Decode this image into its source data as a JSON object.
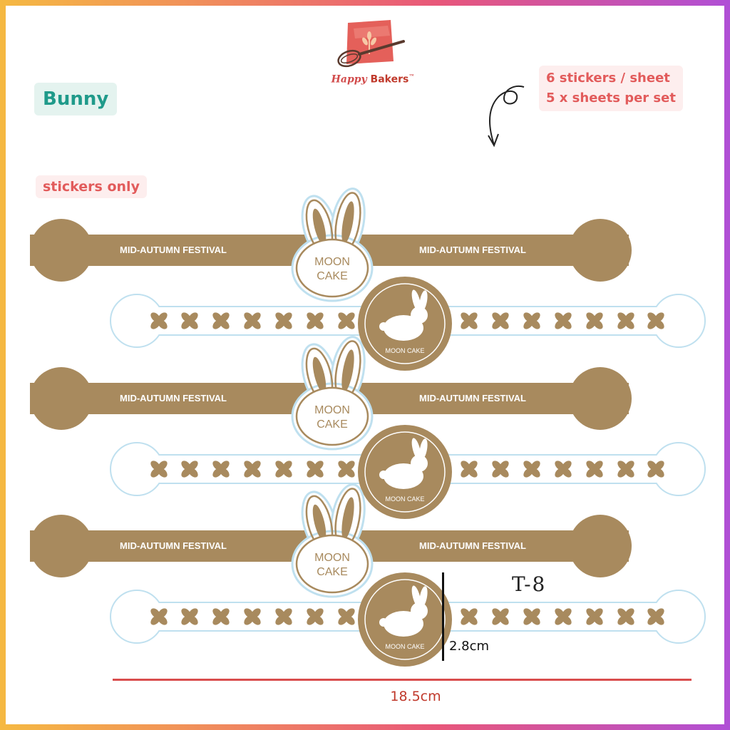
{
  "brand": {
    "part1": "Happy",
    "part2": "Bakers",
    "tm": "™"
  },
  "labels": {
    "variant": "Bunny",
    "scope": "stickers only",
    "spec_line1": "6 stickers / sheet",
    "spec_line2": "5 x sheets per set"
  },
  "sticker": {
    "band_text": "MID-AUTUMN FESTIVAL",
    "bunny_line1": "MOON",
    "bunny_line2": "CAKE",
    "circle_text": "MOON CAKE",
    "model": "T-8"
  },
  "dimensions": {
    "height": "2.8cm",
    "width": "18.5cm"
  },
  "colors": {
    "gold": "#a88a5e",
    "outline": "#bfe0ef",
    "accent_red": "#e25b5b",
    "teal": "#1f9a8a",
    "logo_red": "#e4605a"
  },
  "icons": [
    "whisk-icon",
    "wheat-icon",
    "curly-arrow-icon",
    "bunny-icon",
    "flower-icon"
  ]
}
